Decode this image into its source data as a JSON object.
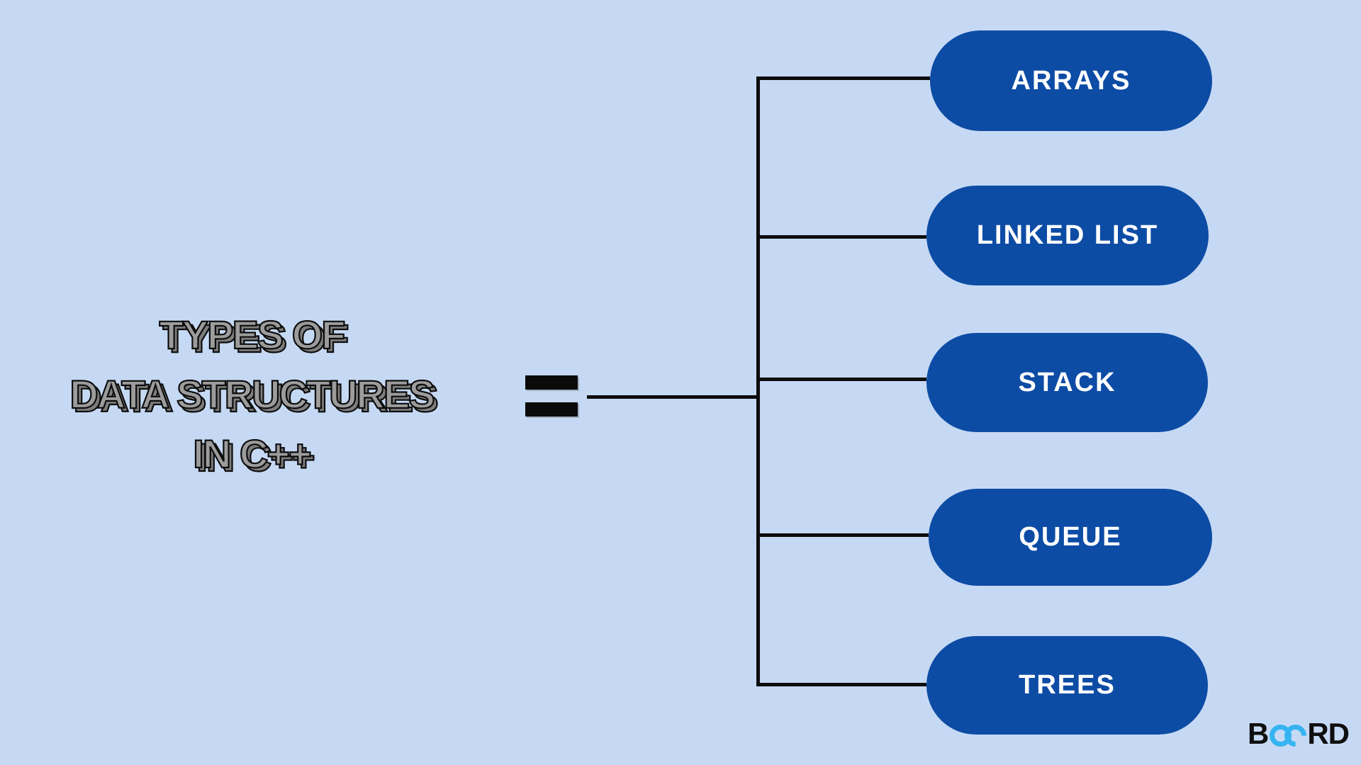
{
  "title": {
    "line1": "TYPES OF",
    "line2": "DATA STRUCTURES",
    "line3": "IN C++"
  },
  "relation": {
    "symbol_name": "equals"
  },
  "nodes": [
    {
      "label": "ARRAYS"
    },
    {
      "label": "LINKED LIST"
    },
    {
      "label": "STACK"
    },
    {
      "label": "QUEUE"
    },
    {
      "label": "TREES"
    }
  ],
  "logo": {
    "prefix": "B",
    "suffix": "RD",
    "reads_as": "BOARD"
  },
  "colors": {
    "background": "#c6d9f4",
    "node_fill": "#0d4ca5",
    "node_text": "#ffffff",
    "connector_line": "#0c0c0c",
    "title_fill": "#9c9c9c",
    "title_outline": "#0d0d0d",
    "title_shadow": "#7d7d7d",
    "logo_text": "#0f0f0f",
    "logo_accent": "#35b4f1"
  }
}
